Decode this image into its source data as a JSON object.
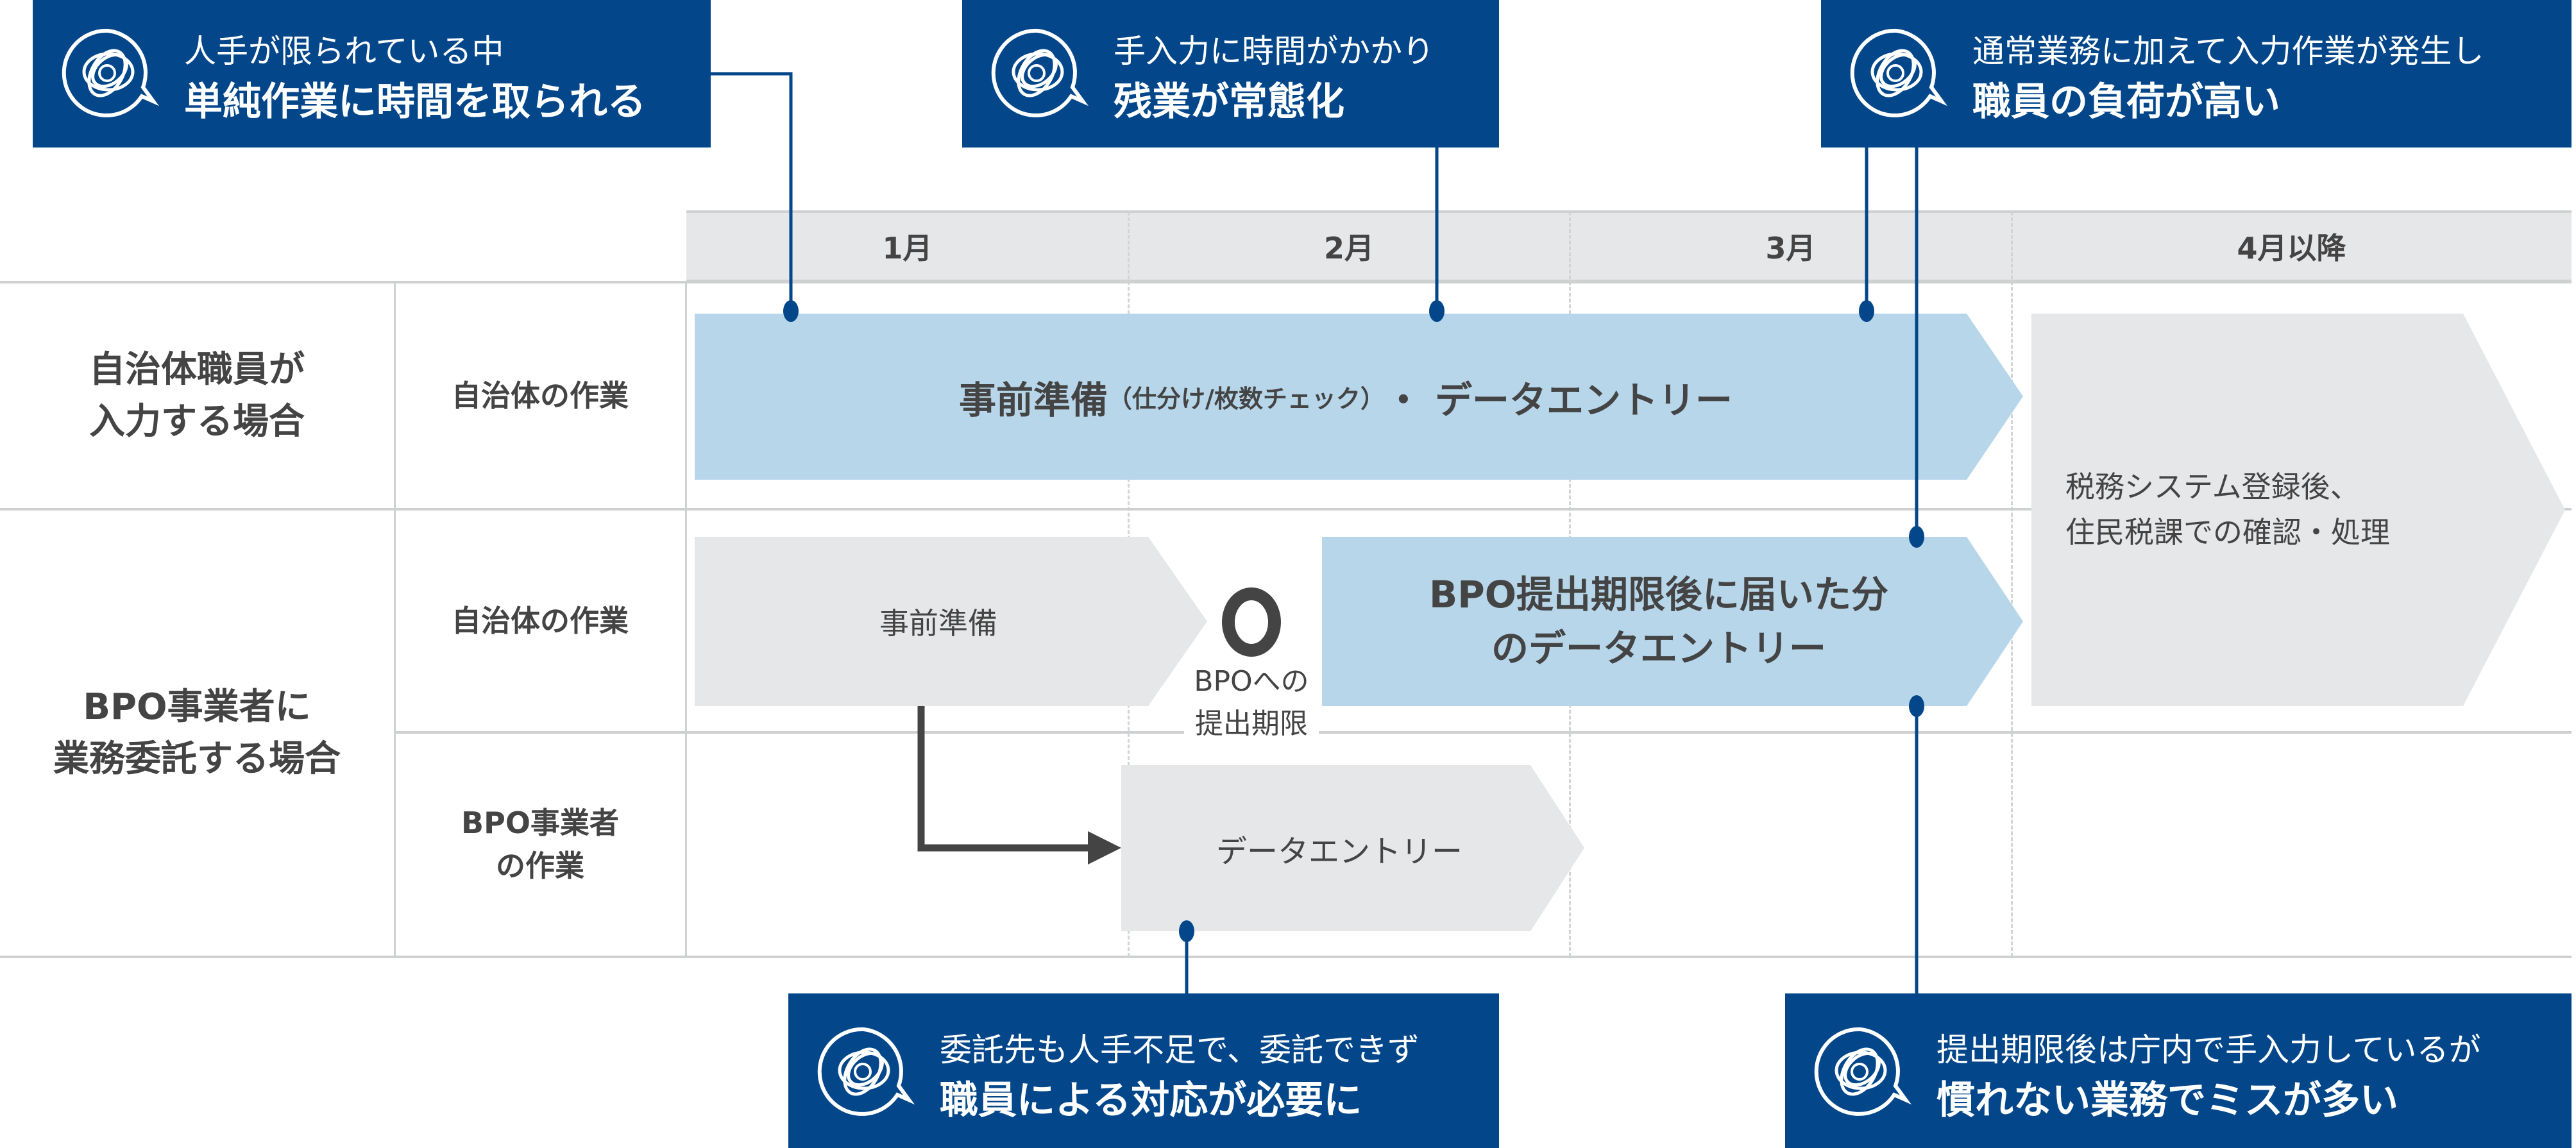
{
  "colors": {
    "callout_bg": "#03478a",
    "connector": "#03478a",
    "highlight_arrow": "#b7d6ea",
    "neutral_arrow": "#e6e7e9",
    "header_bg": "#e6e7e9",
    "text": "#444444"
  },
  "header": {
    "months": [
      "1月",
      "2月",
      "3月",
      "4月以降"
    ]
  },
  "rows": {
    "case1_label": [
      "自治体職員が",
      "入力する場合"
    ],
    "case1_actor": "自治体の作業",
    "case2_label": [
      "BPO事業者に",
      "業務委託する場合"
    ],
    "case2_actor1": "自治体の作業",
    "case2_actor2": [
      "BPO事業者",
      "の作業"
    ]
  },
  "arrows": {
    "case1_main": {
      "main": "事前準備",
      "paren": "（仕分け/枚数チェック）",
      "tail": "・ データエントリー"
    },
    "after_april": [
      "税務システム登録後、",
      "住民税課での確認・処理"
    ],
    "prep": "事前準備",
    "late_entry": [
      "BPO提出期限後に届いた分",
      "のデータエントリー"
    ],
    "bpo_entry": "データエントリー"
  },
  "milestone": {
    "icon": "circle-milestone-icon",
    "label": [
      "BPOへの",
      "提出期限"
    ]
  },
  "callouts": [
    {
      "icon": "worried-speech-bubble-icon",
      "sub": "人手が限られている中",
      "main": "単純作業に時間を取られる"
    },
    {
      "icon": "worried-speech-bubble-icon",
      "sub": "手入力に時間がかかり",
      "main": "残業が常態化"
    },
    {
      "icon": "worried-speech-bubble-icon",
      "sub": "通常業務に加えて入力作業が発生し",
      "main": "職員の負荷が高い"
    },
    {
      "icon": "worried-speech-bubble-icon",
      "sub": "委託先も人手不足で、委託できず",
      "main": "職員による対応が必要に"
    },
    {
      "icon": "worried-speech-bubble-icon",
      "sub": "提出期限後は庁内で手入力しているが",
      "main": "慣れない業務でミスが多い"
    }
  ]
}
